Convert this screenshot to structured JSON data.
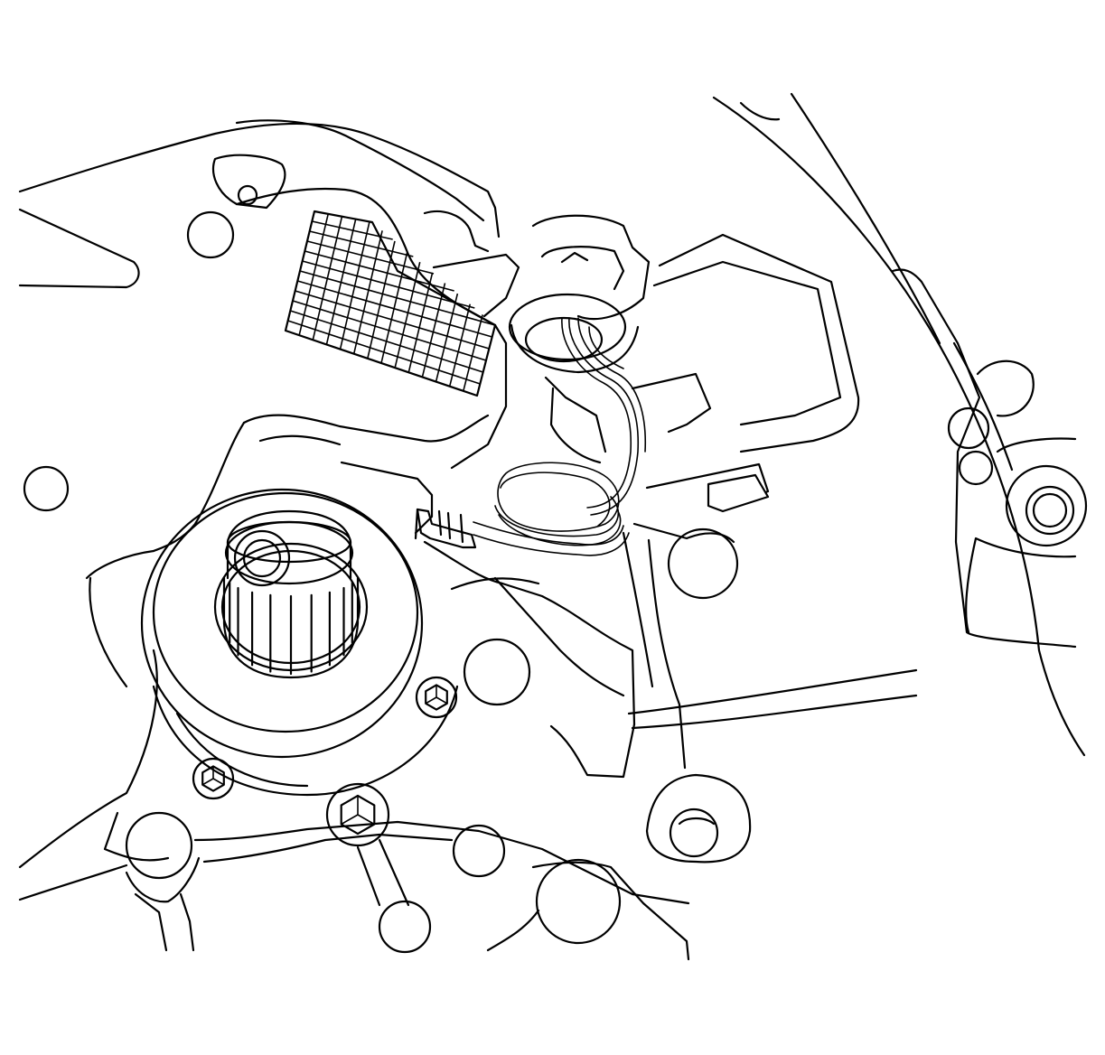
{
  "figure": {
    "style": "black line-art technical illustration on white background",
    "stroke_color": "#000000",
    "background_color": "#ffffff",
    "parts": [
      "transaxle-case",
      "bell-housing-flange",
      "clutch-release-bearing",
      "input-shaft-splines",
      "hydraulic-line",
      "line-connector",
      "grommet",
      "mounting-bolts",
      "bolt-bosses",
      "shift-lever",
      "shaded-rib-section"
    ]
  }
}
